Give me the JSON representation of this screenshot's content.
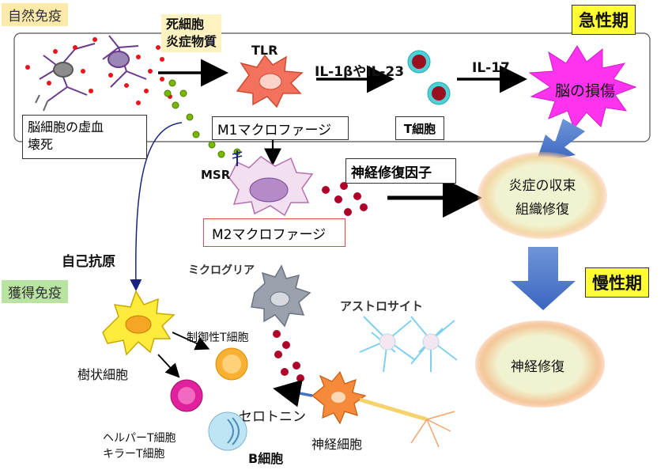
{
  "labels": {
    "innate": "自然免疫",
    "acquired": "獲得免疫",
    "dead_cells_line1": "死細胞",
    "dead_cells_line2": "炎症物質",
    "tlr": "TLR",
    "il1b_il23": "IL-1βやIL-23",
    "il17": "IL-17",
    "acute": "急性期",
    "brain_damage": "脳の損傷",
    "ischemia_line1": "脳細胞の虚血",
    "ischemia_line2": "壊死",
    "m1": "M1マクロファージ",
    "t_cell": "T細胞",
    "msr": "MSR",
    "repair_factor": "神経修復因子",
    "resolution_line1": "炎症の収束",
    "resolution_line2": "組織修復",
    "m2": "M2マクロファージ",
    "autoantigen": "自己抗原",
    "microglia": "ミクログリア",
    "chronic": "慢性期",
    "astrocyte": "アストロサイト",
    "treg": "制御性T細胞",
    "dendritic": "樹状細胞",
    "nerve_repair": "神経修復",
    "serotonin": "セロトニン",
    "helper_line1": "ヘルパーT細胞",
    "helper_line2": "キラーT細胞",
    "b_cell": "B細胞",
    "neuron": "神経細胞"
  },
  "colors": {
    "innate_bg": "#fde9a9",
    "acquired_bg": "#b9e3a0",
    "acute_bg": "#ffff33",
    "burst": "#ff33ee",
    "blue_arrow": "#4472c4",
    "ellipse_fill": "#eef2cf",
    "ellipse_glow": "#f4b183",
    "red_dot": "#e8141c",
    "dark_red_dot": "#b0002a",
    "green_dot": "#7ab800"
  }
}
